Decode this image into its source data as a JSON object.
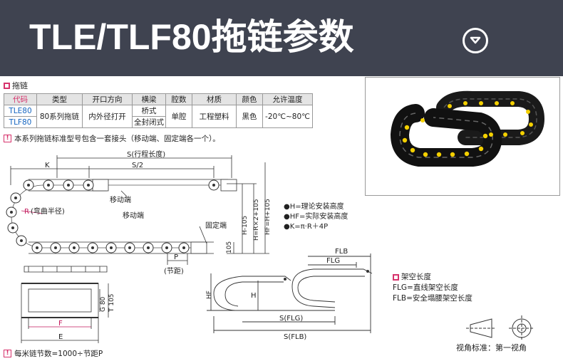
{
  "banner": {
    "title": "TLE/TLF80拖链参数"
  },
  "section_drag_chain": "拖链",
  "spec_table": {
    "headers": [
      "代码",
      "类型",
      "开口方向",
      "横梁",
      "腔数",
      "材质",
      "颜色",
      "允许温度"
    ],
    "codes": [
      "TLE80",
      "TLF80"
    ],
    "type": "80系列拖链",
    "opening": "内外径打开",
    "beams": [
      "桥式",
      "全封闭式"
    ],
    "cavities": "单腔",
    "material": "工程塑料",
    "color": "黑色",
    "temperature": "-20℃~80℃"
  },
  "note_standard": "本系列拖链标准型号包含一套接头（移动端、固定端各一个）。",
  "diagram": {
    "s_label": "S(行程长度)",
    "k_label": "K",
    "s2_label": "S/2",
    "moving_end_1": "移动端",
    "moving_end_2": "移动端",
    "fixed_end": "固定端",
    "r_label": "R",
    "r_note": "(弯曲半径)",
    "h105": "H-105",
    "h_formula": "H=R×2+105",
    "hf_formula": "HF=H+105",
    "dim_105": "105",
    "p_label": "P",
    "pitch_label": "(节距)",
    "g80": "G 80",
    "t105": "T 105",
    "f_label": "F",
    "e_label": "E",
    "hf_label": "HF",
    "h_label": "H",
    "flb_label": "FLB",
    "flg_label": "FLG",
    "sflg": "S(FLG)",
    "sflb": "S(FLB)"
  },
  "formulas": [
    "●H=理论安装高度",
    "●HF=实际安装高度",
    "●K=π·R＋4P"
  ],
  "support": {
    "title": "架空长度",
    "flg": "FLG=直线架空长度",
    "flb": "FLB=安全塌腰架空长度"
  },
  "view_standard": "视角标准：第一视角",
  "per_meter": "每米链节数=1000÷节距P",
  "colors": {
    "banner_bg": "#3f4350",
    "accent": "#d6336c",
    "code_blue": "#1565c0",
    "chain_yellow": "#f4d000"
  },
  "icons": {
    "chevron": "chevron-down-circle-icon",
    "warn": "warning-square-icon"
  }
}
